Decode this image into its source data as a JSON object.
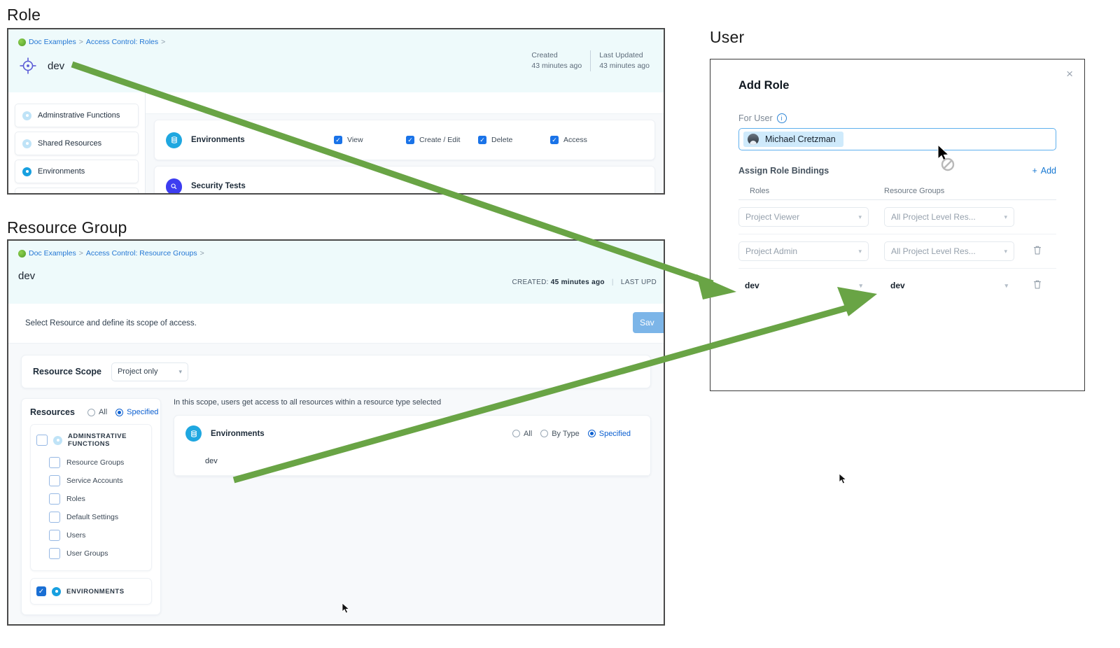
{
  "labels": {
    "role_section": "Role",
    "resource_group_section": "Resource Group",
    "user_section": "User"
  },
  "role_panel": {
    "breadcrumb": {
      "root": "Doc Examples",
      "sep1": ">",
      "second": "Access Control: Roles",
      "sep2": ">"
    },
    "title": "dev",
    "meta": {
      "created_label": "Created",
      "created_value": "43 minutes ago",
      "updated_label": "Last Updated",
      "updated_value": "43 minutes ago"
    },
    "sidebar": [
      {
        "label": "Adminstrative Functions",
        "icon": "pale-dot-icon"
      },
      {
        "label": "Shared Resources",
        "icon": "pale-dot-icon"
      },
      {
        "label": "Environments",
        "icon": "blue-dot-icon"
      }
    ],
    "permission_rows": [
      {
        "name": "Environments",
        "icon": "environments-badge-icon",
        "checks": [
          {
            "label": "View",
            "checked": true
          },
          {
            "label": "Create / Edit",
            "checked": true
          },
          {
            "label": "Delete",
            "checked": true
          },
          {
            "label": "Access",
            "checked": true
          }
        ]
      },
      {
        "name": "Security Tests",
        "icon": "security-tests-badge-icon",
        "checks": []
      }
    ]
  },
  "rg_panel": {
    "breadcrumb": {
      "root": "Doc Examples",
      "sep1": ">",
      "second": "Access Control: Resource Groups",
      "sep2": ">"
    },
    "title": "dev",
    "meta": {
      "created_label": "CREATED:",
      "created_value": "45 minutes ago",
      "updated_label": "LAST UPD"
    },
    "subbar_text": "Select Resource and define its scope of access.",
    "save_label": "Sav",
    "scope": {
      "label": "Resource Scope",
      "selected": "Project only"
    },
    "resources": {
      "title": "Resources",
      "options": [
        {
          "label": "All",
          "selected": false
        },
        {
          "label": "Specified",
          "selected": true
        }
      ],
      "groups": [
        {
          "label": "ADMINSTRATIVE FUNCTIONS",
          "checked": false,
          "icon": "pale-dot-icon",
          "items": [
            {
              "label": "Resource Groups",
              "checked": false
            },
            {
              "label": "Service Accounts",
              "checked": false
            },
            {
              "label": "Roles",
              "checked": false
            },
            {
              "label": "Default Settings",
              "checked": false
            },
            {
              "label": "Users",
              "checked": false
            },
            {
              "label": "User Groups",
              "checked": false
            }
          ]
        },
        {
          "label": "ENVIRONMENTS",
          "checked": true,
          "icon": "blue-dot-icon",
          "items": []
        }
      ]
    },
    "scope_note": "In this scope, users get access to all resources within a resource type selected",
    "env_card": {
      "name": "Environments",
      "icon": "environments-badge-icon",
      "options": [
        {
          "label": "All",
          "selected": false
        },
        {
          "label": "By Type",
          "selected": false
        },
        {
          "label": "Specified",
          "selected": true
        }
      ],
      "items": [
        "dev"
      ]
    }
  },
  "user_dialog": {
    "close_glyph": "×",
    "title": "Add Role",
    "for_user_label": "For User",
    "info_glyph": "i",
    "user_chip": "Michael Cretzman",
    "bindings_title": "Assign Role Bindings",
    "add_label": "Add",
    "add_glyph": "+",
    "columns": {
      "roles": "Roles",
      "resource_groups": "Resource Groups"
    },
    "rows": [
      {
        "role": "Project Viewer",
        "resource_group": "All Project Level Res...",
        "deletable": false,
        "style": "select"
      },
      {
        "role": "Project Admin",
        "resource_group": "All Project Level Res...",
        "deletable": true,
        "style": "select"
      },
      {
        "role": "dev",
        "resource_group": "dev",
        "deletable": true,
        "style": "plain"
      }
    ],
    "trash_glyph": "🗑"
  },
  "colors": {
    "arrow_green": "#69a445",
    "accent_blue": "#1a73e8",
    "header_bg": "#eefafb",
    "link_blue": "#2477d4"
  }
}
